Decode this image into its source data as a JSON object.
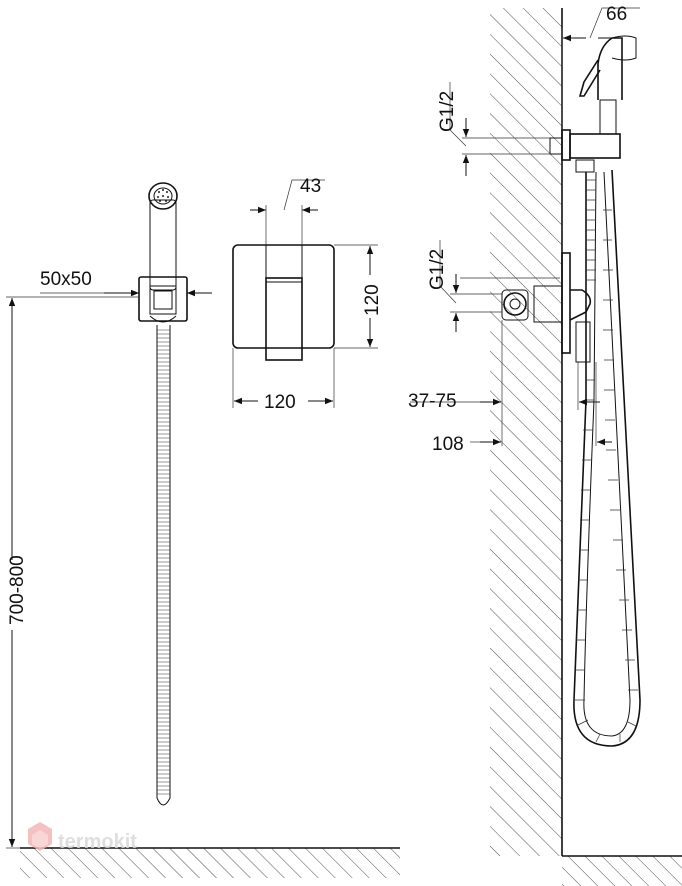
{
  "dimensions": {
    "spray_width": "66",
    "thread_top": "G1/2",
    "thread_bottom": "G1/2",
    "holder_size": "50x50",
    "lever_width": "43",
    "plate_height": "120",
    "plate_width": "120",
    "wall_depth": "37-75",
    "total_depth": "108",
    "hose_length": "700-800"
  },
  "watermark": {
    "brand": "termokit"
  },
  "colors": {
    "line": "#111111",
    "background": "#ffffff",
    "watermark": "#d9d9d9",
    "watermark_logo": "#f3b0b0"
  }
}
